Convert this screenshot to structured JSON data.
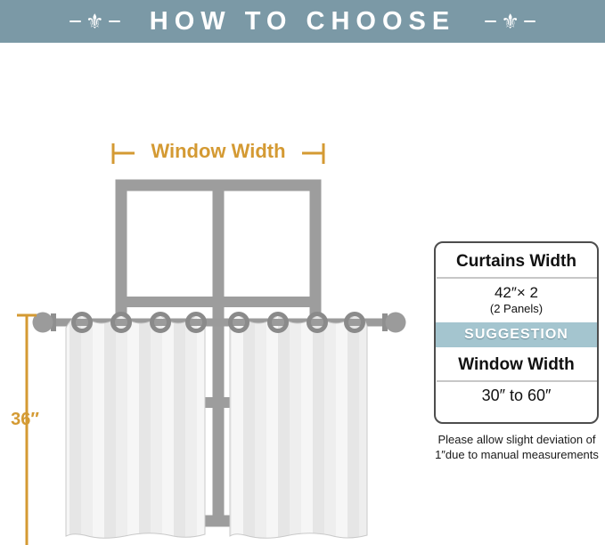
{
  "banner": {
    "title": "HOW TO CHOOSE",
    "fleur_glyph": "⚜",
    "bg_color": "#7b99a6"
  },
  "diagram": {
    "window_width_label": "Window Width",
    "height_label": "36″",
    "accent_color": "#d49a33"
  },
  "info_box": {
    "curtains_width_title": "Curtains Width",
    "curtains_width_value": "42″× 2",
    "curtains_width_sub": "(2 Panels)",
    "suggestion_label": "SUGGESTION",
    "window_width_title": "Window Width",
    "window_width_value": "30″ to 60″"
  },
  "note": {
    "line1": "Please allow slight deviation of",
    "line2": "1″due to manual measurements"
  }
}
